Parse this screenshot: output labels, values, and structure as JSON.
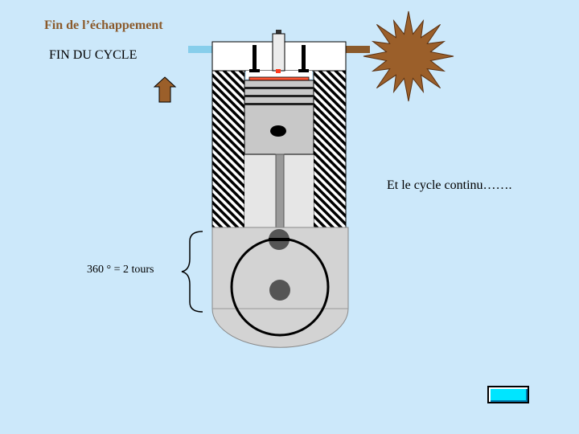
{
  "slide": {
    "title": "Fin de l’échappement",
    "subtitle": "FIN DU CYCLE",
    "continue_text": "Et le cycle continu…….",
    "rotation_label": "360 ° = 2 tours"
  },
  "colors": {
    "background": "#cce8fa",
    "title": "#8b5a2b",
    "intake_pipe": "#87ceeb",
    "exhaust_pipe": "#8b5a2b",
    "exhaust_burst": "#9b5f2a",
    "arrow": "#9b5f2a",
    "spark_tip": "#ff3b1f",
    "piston": "#c8c8c8",
    "crankcase": "#d3d3d3",
    "nav_button": "#00e5ff"
  },
  "icons": {
    "arrow": "up-arrow-icon",
    "burst": "explosion-burst-icon",
    "brace": "left-curly-brace"
  }
}
